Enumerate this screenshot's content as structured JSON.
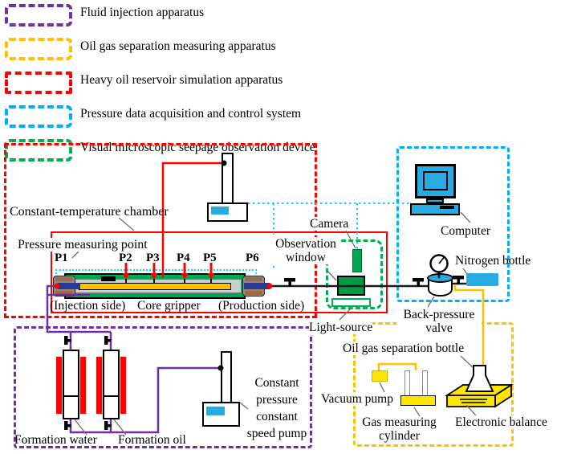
{
  "colors": {
    "purple": "#7030A0",
    "gold": "#FFC000",
    "red": "#FF0000",
    "cyan": "#00B0F0",
    "green": "#00B050",
    "device_blue": "#29ABE2",
    "device_yellow": "#FFE600",
    "gripper_green": "#00A651",
    "core_yellow": "#FFC000"
  },
  "legend": {
    "items": [
      {
        "label": "Fluid injection apparatus",
        "color": "#7030A0"
      },
      {
        "label": "Oil gas separation measuring apparatus",
        "color": "#FFC000"
      },
      {
        "label": "Heavy oil reservoir simulation apparatus",
        "color": "#FF0000"
      },
      {
        "label": "Pressure data acquisition and control system",
        "color": "#00B0F0"
      },
      {
        "label": "Visual microscopic seepage observation device",
        "color": "#00B050"
      }
    ]
  },
  "labels": {
    "chamber": "Constant-temperature chamber",
    "pressure_point": "Pressure measuring point",
    "p1": "P1",
    "p2": "P2",
    "p3": "P3",
    "p4": "P4",
    "p5": "P5",
    "p6": "P6",
    "injection_side": "(Injection side)",
    "core_gripper": "Core gripper",
    "production_side": "(Production side)",
    "camera": "Camera",
    "observation_line1": "Observation",
    "observation_line2": "window",
    "light_source": "Light-source",
    "computer": "Computer",
    "nitrogen_bottle": "Nitrogen bottle",
    "back_pressure_line1": "Back-pressure",
    "back_pressure_line2": "valve",
    "oil_gas_bottle": "Oil gas separation bottle",
    "vacuum_pump": "Vacuum pump",
    "gas_cylinder_line1": "Gas measuring",
    "gas_cylinder_line2": "cylinder",
    "electronic_balance": "Electronic balance",
    "formation_water": "Formation water",
    "formation_oil": "Formation oil",
    "pump_line1": "Constant",
    "pump_line2": "pressure",
    "pump_line3": "constant",
    "pump_line4": "speed pump"
  }
}
